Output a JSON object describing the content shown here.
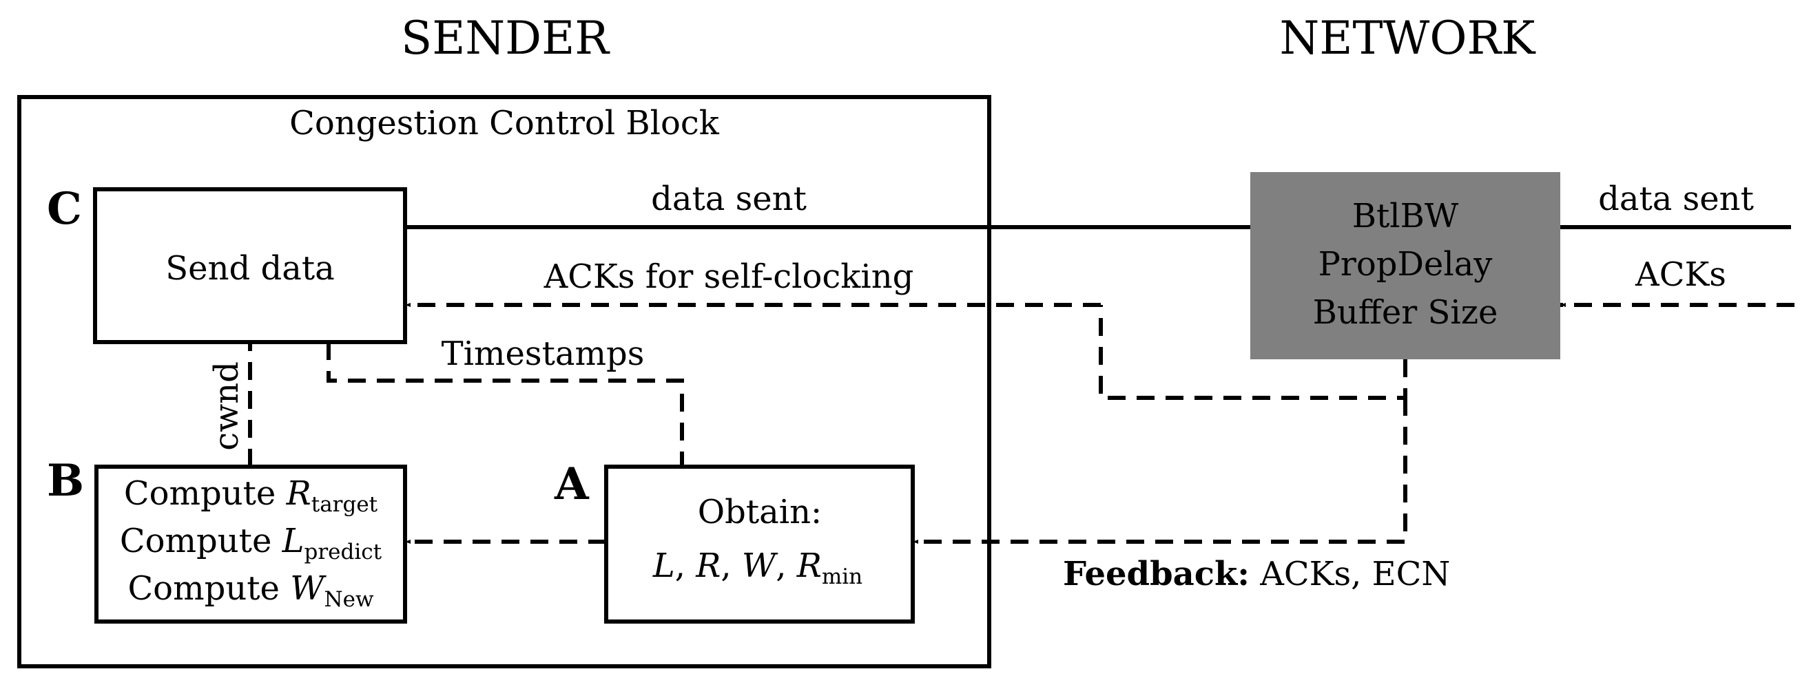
{
  "headers": {
    "sender": "SENDER",
    "network": "NETWORK"
  },
  "block": {
    "title": "Congestion Control Block"
  },
  "boxes": {
    "c": {
      "letter": "C",
      "label": "Send data"
    },
    "b": {
      "letter": "B",
      "line1": {
        "prefix": "Compute ",
        "var": "R",
        "sub": "target"
      },
      "line2": {
        "prefix": "Compute ",
        "var": "L",
        "sub": "predict"
      },
      "line3": {
        "prefix": "Compute ",
        "var": "W",
        "sub": "New"
      }
    },
    "a": {
      "letter": "A",
      "line1": "Obtain:",
      "vars": {
        "l": "L",
        "r": "R",
        "w": "W",
        "rmin": "R",
        "rmin_sub": "min",
        "sep": ", "
      }
    },
    "network": {
      "line1": "BtlBW",
      "line2": "PropDelay",
      "line3": "Buffer Size"
    }
  },
  "arrows": {
    "data_sent": "data sent",
    "data_sent_out": "data sent",
    "acks_self_clocking": "ACKs for self-clocking",
    "acks": "ACKs",
    "timestamps": "Timestamps",
    "cwnd": "cwnd",
    "feedback_bold": "Feedback:",
    "feedback_rest": " ACKs, ECN"
  },
  "colors": {
    "network_box": "#808080",
    "stroke": "#000000"
  }
}
